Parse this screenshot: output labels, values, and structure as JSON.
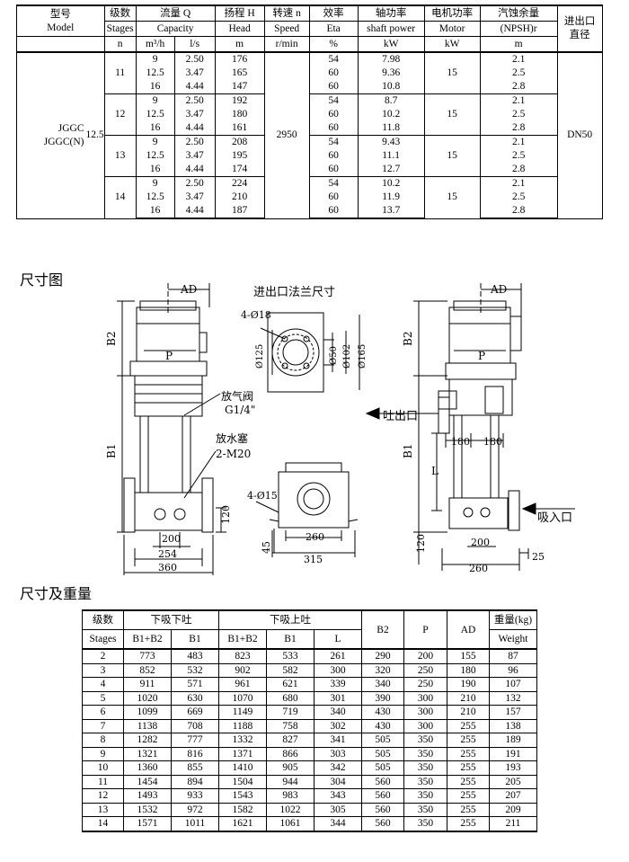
{
  "spec_table": {
    "headers": {
      "model": [
        "型号",
        "Model"
      ],
      "stages": [
        "级数",
        "Stages",
        "n"
      ],
      "capacity": [
        "流量 Q",
        "Capacity",
        "m³/h",
        "l/s"
      ],
      "head": [
        "扬程 H",
        "Head",
        "m"
      ],
      "speed": [
        "转速 n",
        "Speed",
        "r/min"
      ],
      "eta": [
        "效率",
        "Eta",
        "%"
      ],
      "shaft": [
        "轴功率",
        "shaft power",
        "kW"
      ],
      "motor": [
        "电机功率",
        "Motor",
        "kW"
      ],
      "npsh": [
        "汽蚀余量",
        "(NPSH)r",
        "m"
      ],
      "outlet": [
        "进出口",
        "直径"
      ]
    },
    "model_name": "JGGC\nJGGC(N)",
    "model_size": "12.5",
    "speed": "2950",
    "outlet": "DN50",
    "groups": [
      {
        "stages": "11",
        "motor": "15",
        "rows": [
          {
            "q_m3h": "9",
            "q_ls": "2.50",
            "head": "176",
            "eta": "54",
            "shaft": "7.98",
            "npsh": "2.1"
          },
          {
            "q_m3h": "12.5",
            "q_ls": "3.47",
            "head": "165",
            "eta": "60",
            "shaft": "9.36",
            "npsh": "2.5"
          },
          {
            "q_m3h": "16",
            "q_ls": "4.44",
            "head": "147",
            "eta": "60",
            "shaft": "10.8",
            "npsh": "2.8"
          }
        ]
      },
      {
        "stages": "12",
        "motor": "15",
        "rows": [
          {
            "q_m3h": "9",
            "q_ls": "2.50",
            "head": "192",
            "eta": "54",
            "shaft": "8.7",
            "npsh": "2.1"
          },
          {
            "q_m3h": "12.5",
            "q_ls": "3.47",
            "head": "180",
            "eta": "60",
            "shaft": "10.2",
            "npsh": "2.5"
          },
          {
            "q_m3h": "16",
            "q_ls": "4.44",
            "head": "161",
            "eta": "60",
            "shaft": "11.8",
            "npsh": "2.8"
          }
        ]
      },
      {
        "stages": "13",
        "motor": "15",
        "rows": [
          {
            "q_m3h": "9",
            "q_ls": "2.50",
            "head": "208",
            "eta": "54",
            "shaft": "9.43",
            "npsh": "2.1"
          },
          {
            "q_m3h": "12.5",
            "q_ls": "3.47",
            "head": "195",
            "eta": "60",
            "shaft": "11.1",
            "npsh": "2.5"
          },
          {
            "q_m3h": "16",
            "q_ls": "4.44",
            "head": "174",
            "eta": "60",
            "shaft": "12.7",
            "npsh": "2.8"
          }
        ]
      },
      {
        "stages": "14",
        "motor": "15",
        "rows": [
          {
            "q_m3h": "9",
            "q_ls": "2.50",
            "head": "224",
            "eta": "54",
            "shaft": "10.2",
            "npsh": "2.1"
          },
          {
            "q_m3h": "12.5",
            "q_ls": "3.47",
            "head": "210",
            "eta": "60",
            "shaft": "11.9",
            "npsh": "2.5"
          },
          {
            "q_m3h": "16",
            "q_ls": "4.44",
            "head": "187",
            "eta": "60",
            "shaft": "13.7",
            "npsh": "2.8"
          }
        ]
      }
    ]
  },
  "section_drawing": "尺寸图",
  "section_weights": "尺寸及重量",
  "drawing": {
    "flange_title": "进出口法兰尺寸",
    "labels": {
      "ad": "AD",
      "b2": "B2",
      "b1": "B1",
      "p": "P",
      "l": "L",
      "vent": "放气阀",
      "vent_size": "G1/4\"",
      "drain": "放水塞",
      "drain_size": "2-M20",
      "holes_top": "4-Ø18",
      "holes_bottom": "4-Ø15",
      "d125": "Ø125",
      "d50": "Ø50",
      "d102": "Ø102",
      "d165": "Ø165",
      "outlet": "吐出口",
      "inlet": "吸入口",
      "dim_120a": "120",
      "dim_200a": "200",
      "dim_254": "254",
      "dim_360": "360",
      "dim_45": "45",
      "dim_260a": "260",
      "dim_315": "315",
      "dim_180a": "180",
      "dim_180b": "180",
      "dim_120b": "120",
      "dim_200b": "200",
      "dim_260b": "260",
      "dim_25": "25"
    }
  },
  "weight_table": {
    "headers": {
      "stages": [
        "级数",
        "Stages"
      ],
      "bottom_bottom": "下吸下吐",
      "bottom_top": "下吸上吐",
      "b1b2": "B1+B2",
      "b1": "B1",
      "l": "L",
      "b2": "B2",
      "p": "P",
      "ad": "AD",
      "weight": [
        "重量(kg)",
        "Weight"
      ]
    },
    "rows": [
      [
        "2",
        "773",
        "483",
        "823",
        "533",
        "261",
        "290",
        "200",
        "155",
        "87"
      ],
      [
        "3",
        "852",
        "532",
        "902",
        "582",
        "300",
        "320",
        "250",
        "180",
        "96"
      ],
      [
        "4",
        "911",
        "571",
        "961",
        "621",
        "339",
        "340",
        "250",
        "190",
        "107"
      ],
      [
        "5",
        "1020",
        "630",
        "1070",
        "680",
        "301",
        "390",
        "300",
        "210",
        "132"
      ],
      [
        "6",
        "1099",
        "669",
        "1149",
        "719",
        "340",
        "430",
        "300",
        "210",
        "157"
      ],
      [
        "7",
        "1138",
        "708",
        "1188",
        "758",
        "302",
        "430",
        "300",
        "255",
        "138"
      ],
      [
        "8",
        "1282",
        "777",
        "1332",
        "827",
        "341",
        "505",
        "350",
        "255",
        "189"
      ],
      [
        "9",
        "1321",
        "816",
        "1371",
        "866",
        "303",
        "505",
        "350",
        "255",
        "191"
      ],
      [
        "10",
        "1360",
        "855",
        "1410",
        "905",
        "342",
        "505",
        "350",
        "255",
        "193"
      ],
      [
        "11",
        "1454",
        "894",
        "1504",
        "944",
        "304",
        "560",
        "350",
        "255",
        "205"
      ],
      [
        "12",
        "1493",
        "933",
        "1543",
        "983",
        "343",
        "560",
        "350",
        "255",
        "207"
      ],
      [
        "13",
        "1532",
        "972",
        "1582",
        "1022",
        "305",
        "560",
        "350",
        "255",
        "209"
      ],
      [
        "14",
        "1571",
        "1011",
        "1621",
        "1061",
        "344",
        "560",
        "350",
        "255",
        "211"
      ]
    ]
  }
}
